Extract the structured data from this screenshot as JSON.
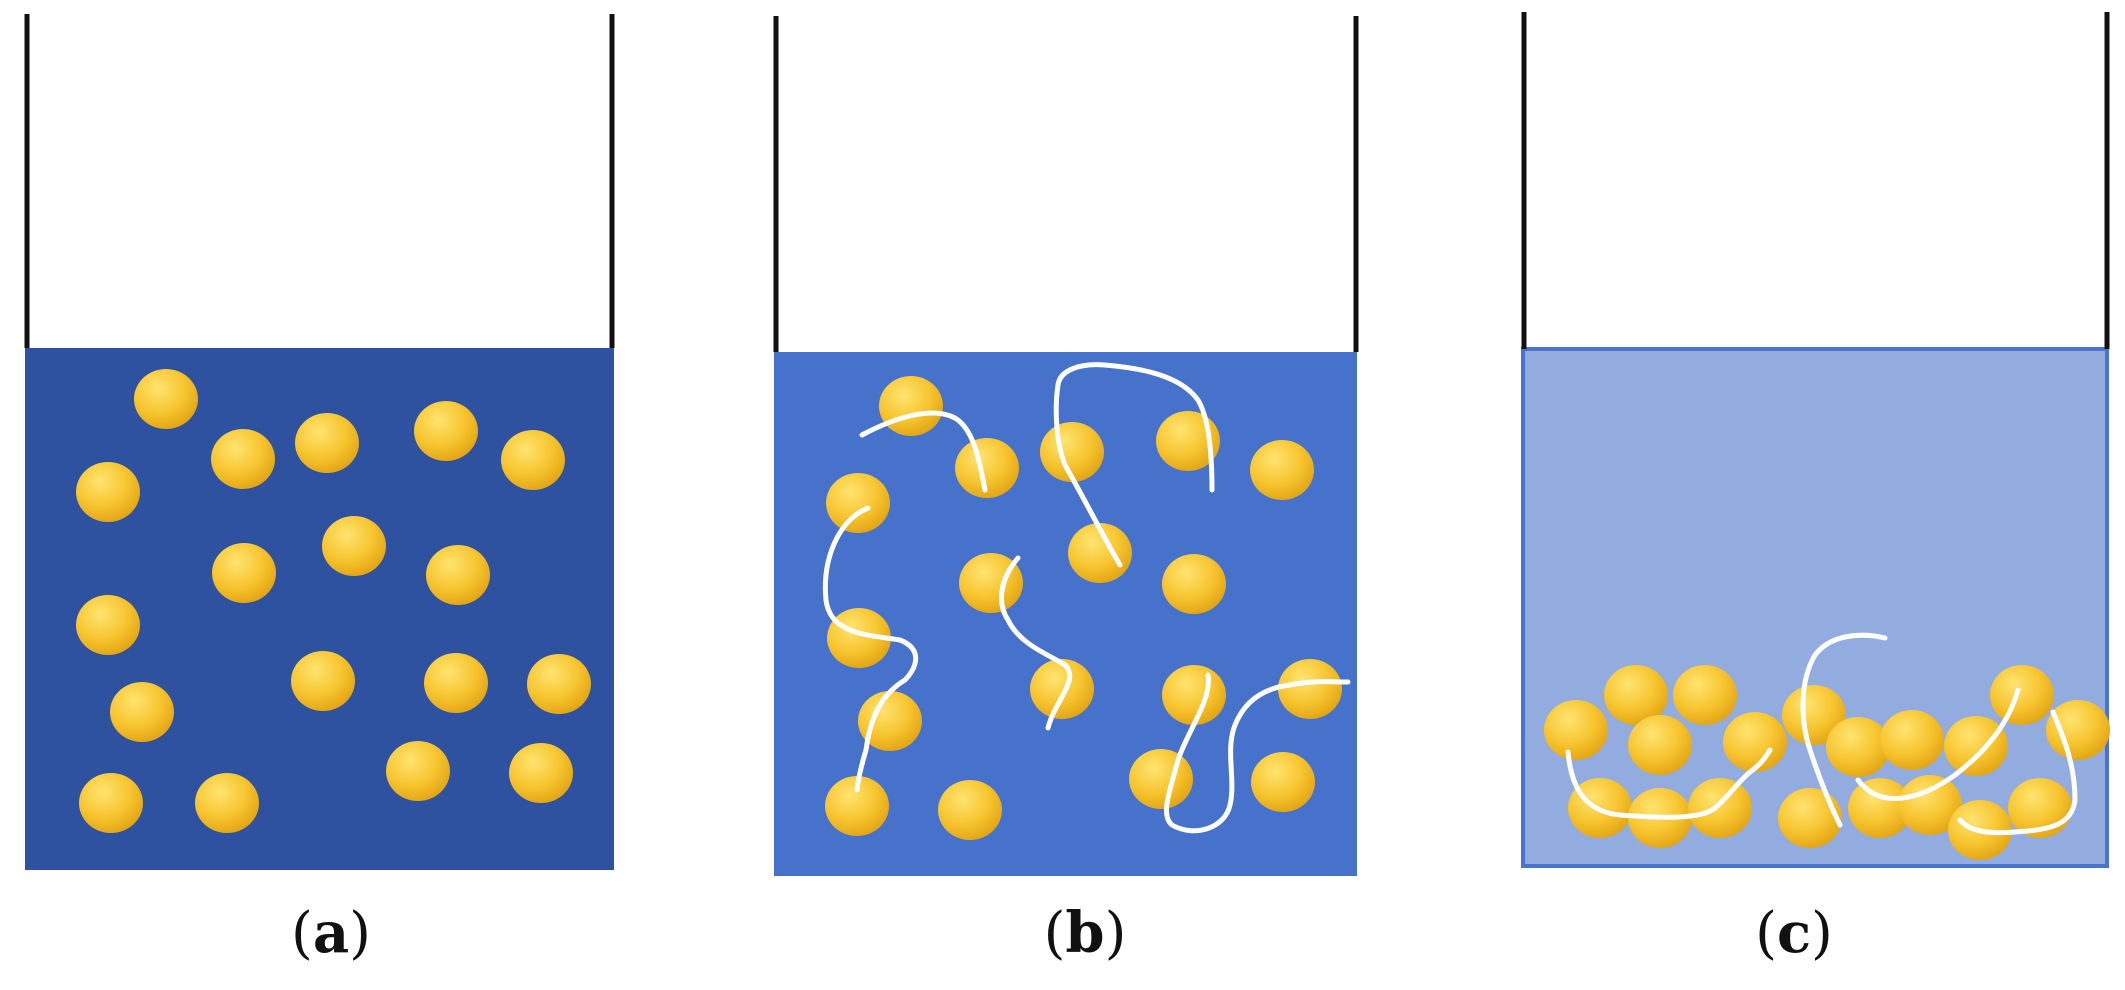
{
  "panels": [
    {
      "id": "a",
      "label": "a",
      "liquid_color": "#2e52a0",
      "wall_color": "#111111"
    },
    {
      "id": "b",
      "label": "b",
      "liquid_color": "#4672cc",
      "wall_color": "#111111"
    },
    {
      "id": "c",
      "label": "c",
      "liquid_color": "#93acdf",
      "wall_color": "#111111",
      "liquid_border": "#4a72d0"
    }
  ],
  "particle_colors": {
    "light": "#ffe470",
    "mid": "#f7c530",
    "dark": "#e0a010"
  },
  "chain_color": "#ffffff"
}
